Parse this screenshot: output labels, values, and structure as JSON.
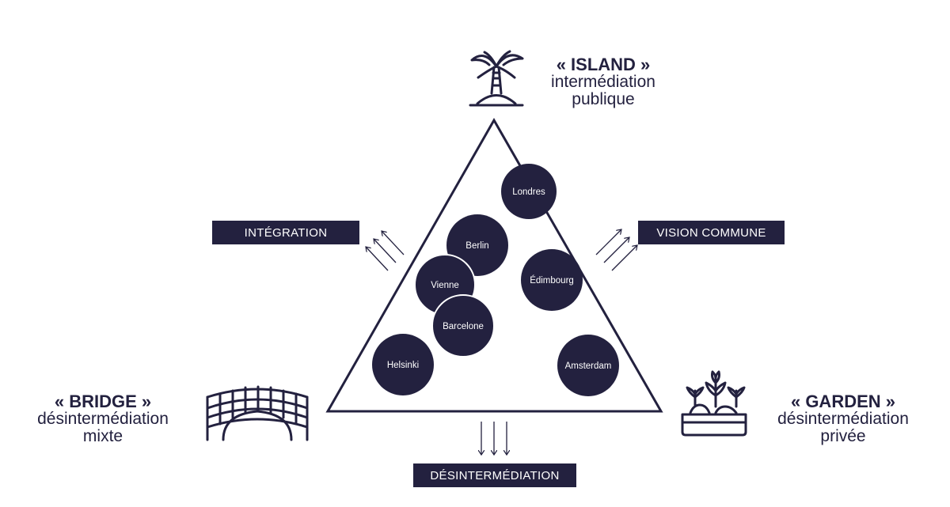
{
  "colors": {
    "primary": "#23213f",
    "text_on_primary": "#ffffff",
    "background": "#ffffff"
  },
  "corners": {
    "island": {
      "title": "« ISLAND »",
      "line1": "intermédiation",
      "line2": "publique",
      "icon": "palm-island-icon"
    },
    "bridge": {
      "title": "« BRIDGE »",
      "line1": "désintermédiation",
      "line2": "mixte",
      "icon": "bridge-icon"
    },
    "garden": {
      "title": "« GARDEN »",
      "line1": "désintermédiation",
      "line2": "privée",
      "icon": "garden-planter-icon"
    }
  },
  "axes": {
    "integration": "INTÉGRATION",
    "vision": "VISION COMMUNE",
    "desintermediation": "DÉSINTERMÉDIATION"
  },
  "cities": [
    "Londres",
    "Berlin",
    "Édimbourg",
    "Vienne",
    "Barcelone",
    "Helsinki",
    "Amsterdam"
  ]
}
